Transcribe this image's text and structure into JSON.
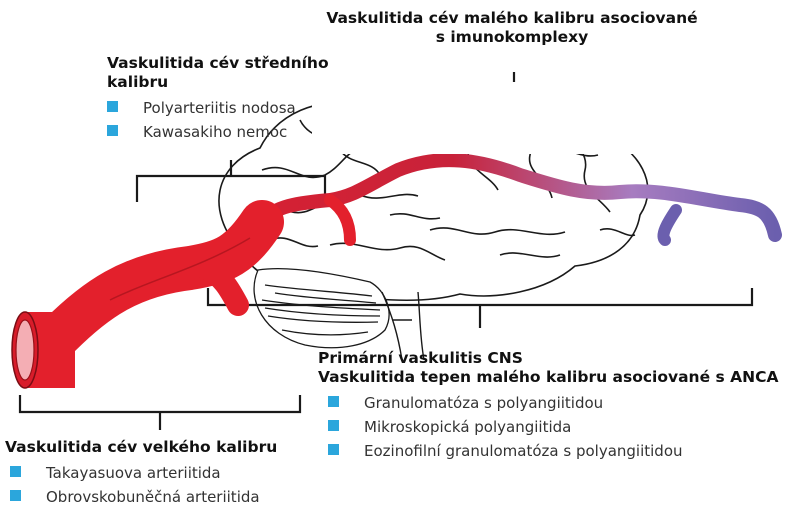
{
  "small_immune": {
    "heading_line1": "Vaskulitida cév malého kalibru asociované",
    "heading_line2": "s imunokomplexy"
  },
  "medium": {
    "heading_line1": "Vaskulitida cév středního",
    "heading_line2": "kalibru",
    "items": [
      "Polyarteriitis nodosa",
      "Kawasakiho nemoc"
    ]
  },
  "cns_anca": {
    "heading_line1": "Primární vaskulitis CNS",
    "heading_line2": "Vaskulitida tepen malého kalibru asociované s ANCA",
    "items": [
      "Granulomatóza s polyangiitidou",
      "Mikroskopická polyangiitida",
      "Eozinofilní granulomatóza s polyangiitidou"
    ]
  },
  "large": {
    "heading": "Vaskulitida cév velkého kalibru",
    "items": [
      "Takayasuova arteriitida",
      "Obrovskobuněčná arteriitida"
    ]
  },
  "colors": {
    "artery_red": "#e3202c",
    "artery_dark": "#9a1119",
    "vessel_purple": "#6b5fae",
    "vessel_mauve": "#a77cc0",
    "bullet_blue": "#2ba6dc",
    "outline": "#1a1a1a"
  }
}
